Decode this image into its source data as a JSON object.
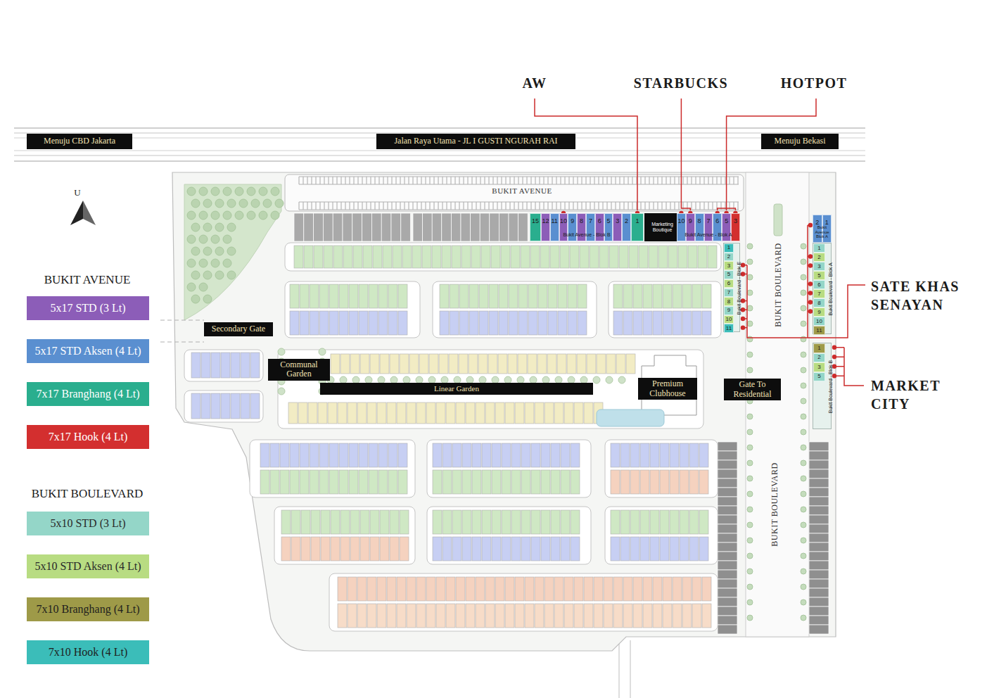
{
  "diagram": {
    "nodes": [
      {
        "text": [
          "Menuju CBD Jakarta"
        ]
      },
      {
        "text": [
          "Jalan Raya Utama - JL I GUSTI NGURAH RAI"
        ]
      },
      {
        "text": [
          "Menuju Bekasi"
        ]
      },
      {
        "text": [
          "Bukit Avenue - Blok B"
        ]
      },
      {
        "text": [
          "15"
        ],
        "in": 3
      },
      {
        "text": [
          "12"
        ],
        "in": 3
      },
      {
        "text": [
          "11"
        ],
        "in": 3
      },
      {
        "text": [
          "10"
        ],
        "in": 3
      },
      {
        "text": [
          "9"
        ],
        "in": 3
      },
      {
        "text": [
          "8"
        ],
        "in": 3
      },
      {
        "text": [
          "7"
        ],
        "in": 3
      },
      {
        "text": [
          "6"
        ],
        "in": 3
      },
      {
        "text": [
          "5"
        ],
        "in": 3
      },
      {
        "text": [
          "3"
        ],
        "in": 3
      },
      {
        "text": [
          "2"
        ],
        "in": 3
      },
      {
        "text": [
          "1"
        ],
        "in": 3
      },
      {
        "text": [
          "Marketing Boutique"
        ]
      },
      {
        "text": [
          "Bukit Avenue - Blok A"
        ]
      },
      {
        "text": [
          "10"
        ],
        "in": 17
      },
      {
        "text": [
          "9"
        ],
        "in": 17
      },
      {
        "text": [
          "8"
        ],
        "in": 17
      },
      {
        "text": [
          "7"
        ],
        "in": 17
      },
      {
        "text": [
          "6"
        ],
        "in": 17
      },
      {
        "text": [
          "5"
        ],
        "in": 17
      },
      {
        "text": [
          "3"
        ],
        "in": 17
      },
      {
        "text": [
          "Bukit Avenue Blok A"
        ]
      },
      {
        "text": [
          "2"
        ],
        "in": 25
      },
      {
        "text": [
          "1"
        ],
        "in": 25
      },
      {
        "text": [
          "Bukit Boulevard - Blok E"
        ]
      },
      {
        "text": [
          "1"
        ],
        "in": 28
      },
      {
        "text": [
          "2"
        ],
        "in": 28
      },
      {
        "text": [
          "3"
        ],
        "in": 28
      },
      {
        "text": [
          "5"
        ],
        "in": 28
      },
      {
        "text": [
          "6"
        ],
        "in": 28
      },
      {
        "text": [
          "7"
        ],
        "in": 28
      },
      {
        "text": [
          "8"
        ],
        "in": 28
      },
      {
        "text": [
          "9"
        ],
        "in": 28
      },
      {
        "text": [
          "10"
        ],
        "in": 28
      },
      {
        "text": [
          "11"
        ],
        "in": 28
      },
      {
        "text": [
          "Bukit Boulevard - Blok A"
        ]
      },
      {
        "text": [
          "1"
        ],
        "in": 39
      },
      {
        "text": [
          "2"
        ],
        "in": 39
      },
      {
        "text": [
          "3"
        ],
        "in": 39
      },
      {
        "text": [
          "5"
        ],
        "in": 39
      },
      {
        "text": [
          "6"
        ],
        "in": 39
      },
      {
        "text": [
          "7"
        ],
        "in": 39
      },
      {
        "text": [
          "8"
        ],
        "in": 39
      },
      {
        "text": [
          "9"
        ],
        "in": 39
      },
      {
        "text": [
          "10"
        ],
        "in": 39
      },
      {
        "text": [
          "11"
        ],
        "in": 39
      },
      {
        "text": [
          "Secondary Gate"
        ]
      },
      {
        "text": [
          "Communal Garden"
        ]
      },
      {
        "text": [
          "Linear Garden"
        ]
      },
      {
        "text": [
          "Premium Clubhouse"
        ]
      },
      {
        "text": [
          "Gate To Residential"
        ]
      },
      {
        "text": [
          "Bukit Boulevard - Blok B"
        ]
      },
      {
        "text": [
          "1"
        ],
        "in": 55
      },
      {
        "text": [
          "2"
        ],
        "in": 55
      },
      {
        "text": [
          "3"
        ],
        "in": 55
      },
      {
        "text": [
          "5"
        ],
        "in": 55
      }
    ],
    "labels": [
      "AW",
      "STARBUCKS",
      "HOTPOT",
      "BUKIT AVENUE",
      "U",
      "SATE KHAS SENAYAN",
      "BUKIT BOULEVARD",
      "BUKIT BOULEVARD",
      "MARKET CITY",
      "BUKIT AVENUE",
      "BUKIT BOULEVARD"
    ],
    "legend": [
      {
        "text": "5x17 STD (3 Lt)",
        "color": "#8c5db8"
      },
      {
        "text": "5x17 STD Aksen (4 Lt)",
        "color": "#5a8fd0"
      },
      {
        "text": "7x17 Branghang (4 Lt)",
        "color": "#2aae8e"
      },
      {
        "text": "7x17 Hook (4 Lt)",
        "color": "#d32f2f"
      },
      {
        "text": "5x10 STD (3 Lt)",
        "color": "#94d6c8"
      },
      {
        "text": "5x10 STD Aksen (4 Lt)",
        "color": "#b8dc82"
      },
      {
        "text": "7x10 Branghang (4 Lt)",
        "color": "#9e9a48"
      },
      {
        "text": "7x10 Hook (4 Lt)",
        "color": "#3bbdb9"
      }
    ]
  }
}
